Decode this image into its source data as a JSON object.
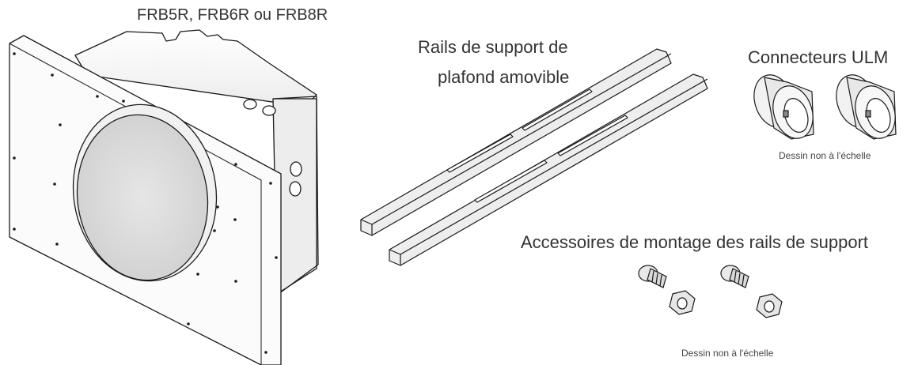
{
  "labels": {
    "speaker_models": "FRB5R, FRB6R ou FRB8R",
    "rails_line1": "Rails de support de",
    "rails_line2": "plafond amovible",
    "connectors": "Connecteurs ULM",
    "connectors_note": "Dessin non à l'échelle",
    "hardware": "Accessoires de montage des rails de support",
    "hardware_note": "Dessin non à l'échelle"
  },
  "colors": {
    "line": "#1a1a1a",
    "box_fill": "#f3f3f3",
    "panel_fill": "#fafafa",
    "grille_fill": "#d9d9d9"
  }
}
